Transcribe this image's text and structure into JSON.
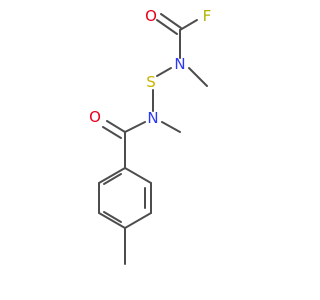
{
  "molecule": {
    "atoms": {
      "oxygen_carbonyl_top": "O",
      "fluorine": "F",
      "nitrogen_top": "N",
      "sulfur": "S",
      "oxygen_carbonyl_amide": "O",
      "nitrogen_amide": "N"
    }
  },
  "colors": {
    "bond": "#4d4d4d",
    "oxygen": "#e8001b",
    "fluorine": "#b2b200",
    "nitrogen": "#2b38f5",
    "sulfur": "#c8b400",
    "background": "#ffffff"
  }
}
